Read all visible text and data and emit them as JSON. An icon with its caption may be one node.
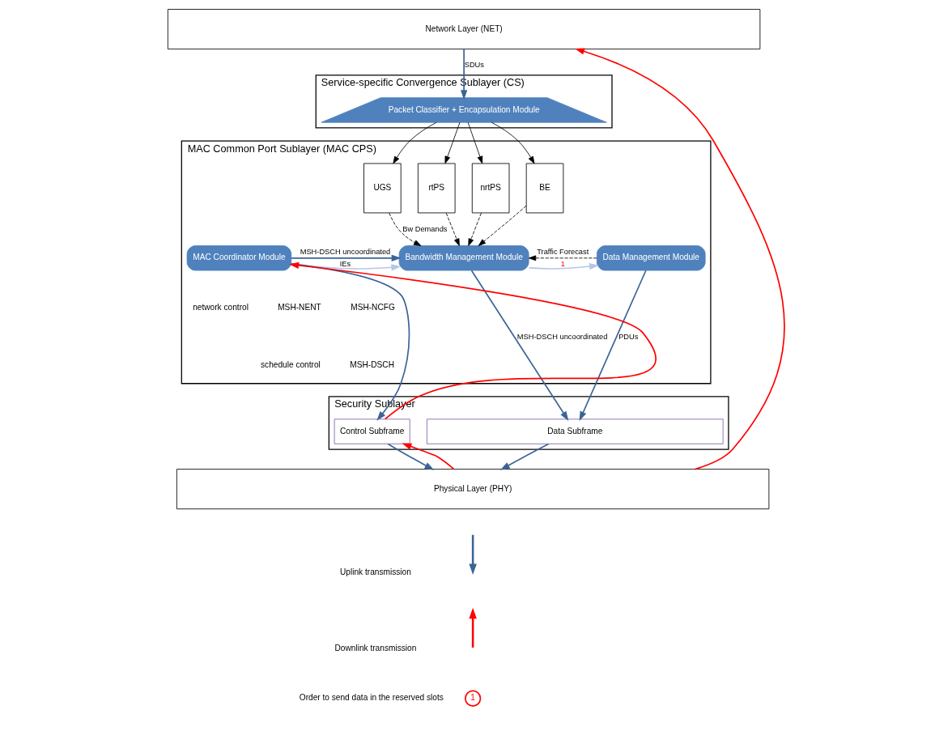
{
  "diagram": {
    "nodes": [
      {
        "text": [
          "Network Layer (NET)"
        ]
      },
      {
        "text": [
          "Service-specific Convergence Sublayer (CS)"
        ]
      },
      {
        "text": [
          "Packet Classifier + Encapsulation Module"
        ],
        "in": 1
      },
      {
        "text": [
          "MAC Common Port Sublayer (MAC CPS)"
        ]
      },
      {
        "text": [
          "UGS"
        ],
        "in": 3
      },
      {
        "text": [
          "rtPS"
        ],
        "in": 3
      },
      {
        "text": [
          "nrtPS"
        ],
        "in": 3
      },
      {
        "text": [
          "BE"
        ],
        "in": 3
      },
      {
        "text": [
          "MAC Coordinator Module"
        ],
        "in": 3
      },
      {
        "text": [
          "Bandwidth Management Module"
        ],
        "in": 3
      },
      {
        "text": [
          "Data Management Module"
        ],
        "in": 3
      },
      {
        "text": [
          "Security Sublayer"
        ]
      },
      {
        "text": [
          "Control Subframe"
        ],
        "in": 11
      },
      {
        "text": [
          "Data Subframe"
        ],
        "in": 11
      },
      {
        "text": [
          "Physical Layer (PHY)"
        ]
      }
    ],
    "edges": [
      {
        "from": 0,
        "to": 2,
        "arrow": "to",
        "label": "SDUs",
        "color": "#3b6496"
      },
      {
        "from": 2,
        "to": 4,
        "arrow": "to"
      },
      {
        "from": 2,
        "to": 5,
        "arrow": "to"
      },
      {
        "from": 2,
        "to": 6,
        "arrow": "to"
      },
      {
        "from": 2,
        "to": 7,
        "arrow": "to"
      },
      {
        "from": 4,
        "to": 9,
        "arrow": "to",
        "style": "dashed",
        "label": "Bw Demands"
      },
      {
        "from": 5,
        "to": 9,
        "arrow": "to",
        "style": "dashed"
      },
      {
        "from": 6,
        "to": 9,
        "arrow": "to",
        "style": "dashed"
      },
      {
        "from": 7,
        "to": 9,
        "arrow": "to",
        "style": "dashed"
      },
      {
        "from": 8,
        "to": 9,
        "arrow": "to",
        "label": "MSH-DSCH uncoordinated",
        "color": "#3b6496"
      },
      {
        "from": 8,
        "to": 9,
        "arrow": "to",
        "label": "IEs",
        "color": "#b4c7e7"
      },
      {
        "from": 9,
        "to": 10,
        "arrow": "to",
        "label": "1",
        "color": "#b4c7e7"
      },
      {
        "from": 10,
        "to": 9,
        "arrow": "to",
        "style": "dashed",
        "label": "Traffic Forecast"
      },
      {
        "from": 8,
        "to": 12,
        "arrow": "to",
        "color": "#3b6496"
      },
      {
        "from": 12,
        "to": 8,
        "arrow": "to",
        "color": "#ff0000"
      },
      {
        "from": 9,
        "to": 13,
        "arrow": "to",
        "label": "MSH-DSCH uncoordinated",
        "color": "#3b6496"
      },
      {
        "from": 10,
        "to": 13,
        "arrow": "to",
        "label": "PDUs",
        "color": "#3b6496"
      },
      {
        "from": 12,
        "to": 14,
        "arrow": "to",
        "color": "#3b6496"
      },
      {
        "from": 14,
        "to": 12,
        "arrow": "to",
        "color": "#ff0000"
      },
      {
        "from": 13,
        "to": 14,
        "arrow": "to",
        "color": "#3b6496"
      },
      {
        "from": 14,
        "to": 0,
        "arrow": "to",
        "color": "#ff0000"
      }
    ],
    "labels": [
      "network control",
      "MSH-NENT",
      "MSH-NCFG",
      "schedule control",
      "MSH-DSCH",
      "1"
    ],
    "legend": [
      {
        "text": "Uplink transmission"
      },
      {
        "text": "Downlink transmission"
      },
      {
        "text": "Order to send data in the reserved slots"
      }
    ]
  }
}
